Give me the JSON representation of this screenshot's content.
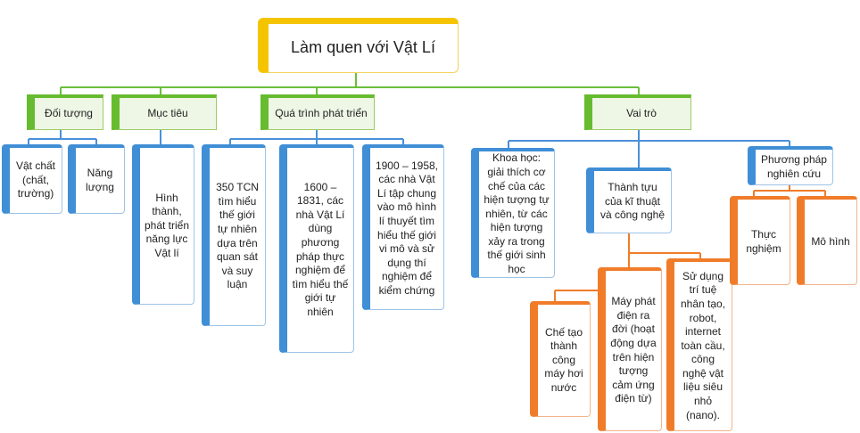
{
  "title": "Làm quen với Vật Lí",
  "categories": {
    "doi_tuong": "Đối tượng",
    "muc_tieu": "Mục tiêu",
    "qua_trinh": "Quá trình phát triển",
    "vai_tro": "Vai trò"
  },
  "doi_tuong_items": [
    "Vật chất (chất, trường)",
    "Năng lượng"
  ],
  "muc_tieu_item": "Hình thành, phát triển năng lực Vật lí",
  "qua_trinh_items": [
    "350 TCN tìm hiểu thế giới tự nhiên dựa trên quan sát và suy luận",
    "1600 – 1831, các nhà Vật Lí dùng phương pháp thực nghiệm để tìm hiểu thế giới tự nhiên",
    "1900 – 1958, các nhà Vật Lí tập chung vào mô hình lí thuyết tìm hiểu thế giới vi mô và sử dụng thí nghiệm để kiểm chứng"
  ],
  "vai_tro": {
    "khoa_hoc": "Khoa học: giải thích cơ chế của các hiện tượng tự nhiên, từ các hiện tượng xảy ra trong thế giới sinh học",
    "thanh_tuu": "Thành tựu của kĩ thuật và công nghệ",
    "thanh_tuu_items": [
      "Chế tạo thành công máy hơi nước",
      "Máy phát điện ra đời (hoạt động dựa trên hiện tượng cảm ứng điện từ)",
      "Sử dụng trí tuệ nhân tạo, robot, internet toàn cầu, công nghệ vật liệu siêu nhỏ (nano)."
    ],
    "phuong_phap": "Phương pháp nghiên cứu",
    "phuong_phap_items": [
      "Thực nghiệm",
      "Mô hình"
    ]
  },
  "colors": {
    "green": "#66bb2e",
    "blue": "#3f8ed6",
    "orange": "#f07c2a",
    "yellow": "#f5c400",
    "line_green": "#6abf3a",
    "line_blue": "#4a90d9",
    "line_orange": "#f07c2a"
  }
}
